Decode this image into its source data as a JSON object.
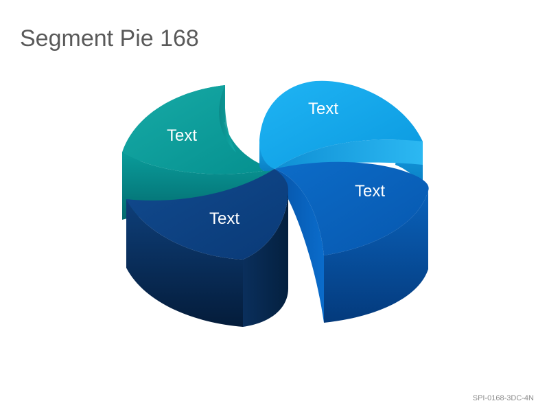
{
  "title": "Segment Pie 168",
  "footer": "SPI-0168-3DC-4N",
  "segments": [
    {
      "id": "teal",
      "label": "Text",
      "color": "#0aa0a0"
    },
    {
      "id": "sky",
      "label": "Text",
      "color": "#17a8ea"
    },
    {
      "id": "navy",
      "label": "Text",
      "color": "#0c3f7e"
    },
    {
      "id": "blue",
      "label": "Text",
      "color": "#0a64c2"
    }
  ]
}
